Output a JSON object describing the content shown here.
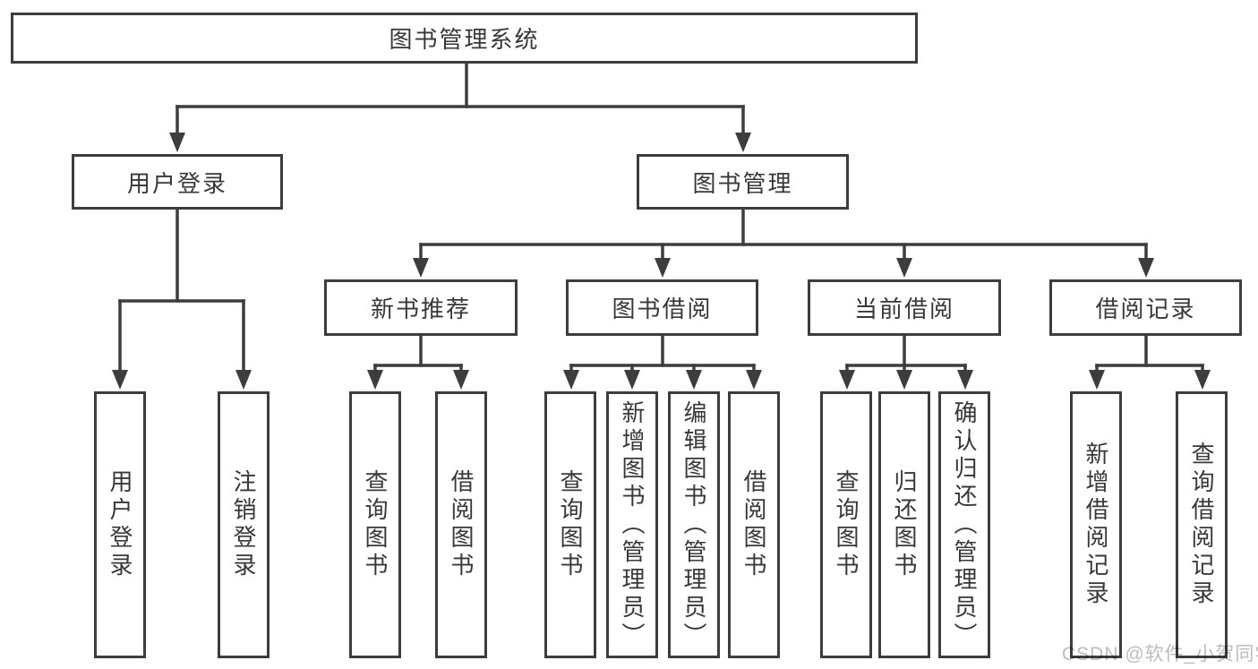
{
  "tree": {
    "label": "图书管理系统",
    "children": [
      {
        "label": "用户登录",
        "children": [
          {
            "label": "用户登录"
          },
          {
            "label": "注销登录"
          }
        ]
      },
      {
        "label": "图书管理",
        "children": [
          {
            "label": "新书推荐",
            "children": [
              {
                "label": "查询图书"
              },
              {
                "label": "借阅图书"
              }
            ]
          },
          {
            "label": "图书借阅",
            "children": [
              {
                "label": "查询图书"
              },
              {
                "label": "新增图书（管理员）"
              },
              {
                "label": "编辑图书（管理员）"
              },
              {
                "label": "借阅图书"
              }
            ]
          },
          {
            "label": "当前借阅",
            "children": [
              {
                "label": "查询图书"
              },
              {
                "label": "归还图书"
              },
              {
                "label": "确认归还（管理员）"
              }
            ]
          },
          {
            "label": "借阅记录",
            "children": [
              {
                "label": "新增借阅记录"
              },
              {
                "label": "查询借阅记录"
              }
            ]
          }
        ]
      }
    ]
  },
  "watermark": {
    "text": "CSDN @软件_小贺同学"
  },
  "colors": {
    "line": "#3d3d3d",
    "text": "#383838",
    "watermark": "#bcbcbc",
    "background": "#ffffff"
  }
}
